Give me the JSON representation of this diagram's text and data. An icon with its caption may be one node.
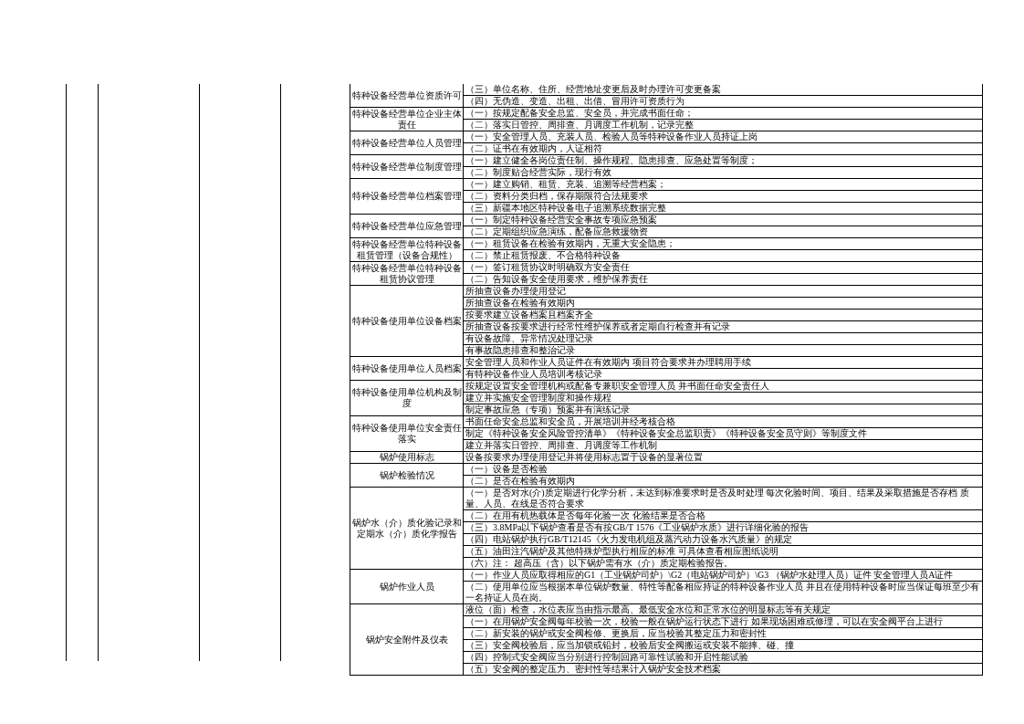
{
  "diagram": {
    "labels": [
      "特种设备经营单位资质许可",
      "（三）单位名称、住所、经营地址变更后及时办理许可变更备案",
      "（四）无伪造、变造、出租、出借、冒用许可资质行为",
      "特种设备经营单位企业主体责任",
      "（一）按规定配备安全总监、安全员，并完成书面任命；",
      "（二）落实日管控、周排查、月调度工作机制，记录完整",
      "特种设备经营单位人员管理",
      "（一）安全管理人员、充装人员、检验人员等特种设备作业人员持证上岗",
      "（二）证书在有效期内，人证相符",
      "特种设备经营单位制度管理",
      "（一）建立健全各岗位责任制、操作规程、隐患排查、应急处置等制度；",
      "（二）制度贴合经营实际，现行有效",
      "特种设备经营单位档案管理",
      "（一）建立购销、租赁、充装、追溯等经营档案；",
      "（二）资料分类归档，保存期限符合法规要求",
      "（三）新疆本地区特种设备电子追溯系统数据完整",
      "特种设备经营单位应急管理",
      "（一）制定特种设备经营安全事故专项应急预案",
      "（二）定期组织应急演练，配备应急救援物资",
      "特种设备经营单位特种设备租赁管理（设备合规性）",
      "（一）租赁设备在检验有效期内，无重大安全隐患；",
      "（二）禁止租赁报废、不合格特种设备",
      "特种设备经营单位特种设备租赁协议管理",
      "（一）签订租赁协议时明确双方安全责任",
      "（二）告知设备安全使用要求，维护保养责任",
      "特种设备使用单位设备档案",
      "所抽查设备办理使用登记",
      "所抽查设备在检验有效期内",
      "按要求建立设备档案且档案齐全",
      "所抽查设备按要求进行经常性维护保养或者定期自行检查并有记录",
      "有设备故障、异常情况处理记录",
      "有事故隐患排查和整治记录",
      "特种设备使用单位人员档案",
      "安全管理人员和作业人员证件在有效期内 项目符合要求并办理聘用手续",
      "有特种设备作业人员培训考核记录",
      "特种设备使用单位机构及制度",
      "按规定设置安全管理机构或配备专兼职安全管理人员 并书面任命安全责任人",
      "建立并实施安全管理制度和操作规程",
      "制定事故应急（专项）预案并有演练记录",
      "特种设备使用单位安全责任落实",
      "书面任命安全总监和安全员，开展培训并经考核合格",
      "制定《特种设备安全风险管控清单》《特种设备安全总监职责》《特种设备安全员守则》等制度文件",
      "建立并落实日管控、周排查、月调度等工作机制",
      "锅炉使用标志",
      "设备按要求办理使用登记并将使用标志置于设备的显著位置",
      "锅炉检验情况",
      "（一）设备是否检验",
      "（二）是否在检验有效期内",
      "锅炉水（介）质化验记录和定期水（介）质化学报告",
      "（一）是否对水(介)质定期进行化学分析，未达到标准要求时是否及时处理 每次化验时间、项目、结果及采取措施是否存档 质量、人员、在线是否符合要求",
      "（二）在用有机热载体是否每年化验一次 化验结果是否合格",
      "（三）3.8MPa以下锅炉查看是否有按GB/T 1576《工业锅炉水质》进行详细化验的报告",
      "（四）电站锅炉执行GB/T12145《火力发电机组及蒸汽动力设备水汽质量》的规定",
      "（五）油田注汽锅炉及其他特殊炉型执行相应的标准 可具体查看相应图纸说明",
      "（六）注： 超高压（含）以下锅炉需有水（介）质定期检验报告。",
      "锅炉作业人员",
      "（一）作业人员应取得相应的G1（工业锅炉司炉）\\G2（电站锅炉司炉）\\G3 （锅炉水处理人员）证件 安全管理人员A证件",
      "（二）使用单位应当根据本单位锅炉数量、特性等配备相应持证的特种设备作业人员 并且在使用特种设备时应当保证每班至少有一名持证人员在岗。",
      "锅炉安全附件及仪表",
      "液位（面）检查，水位表应当由指示最高、最低安全水位和正常水位的明显标志等有关规定",
      "（一）在用锅炉安全阀每年校验一次，校验一般在锅炉运行状态下进行 如果现场困难或修理，可以在安全阀平台上进行",
      "（二）新安装的锅炉或安全阀检修、更换后，应当校验其整定压力和密封性",
      "（三）安全阀校验后，应当加锁或铅封，校验后安全阀搬运或安装不能摔、碰、撞",
      "（四）控制式安全阀应当分别进行控制回路可靠性试验和开启性能试验",
      "（五）安全阀的整定压力、密封性等结果计入锅炉安全技术档案"
    ]
  }
}
